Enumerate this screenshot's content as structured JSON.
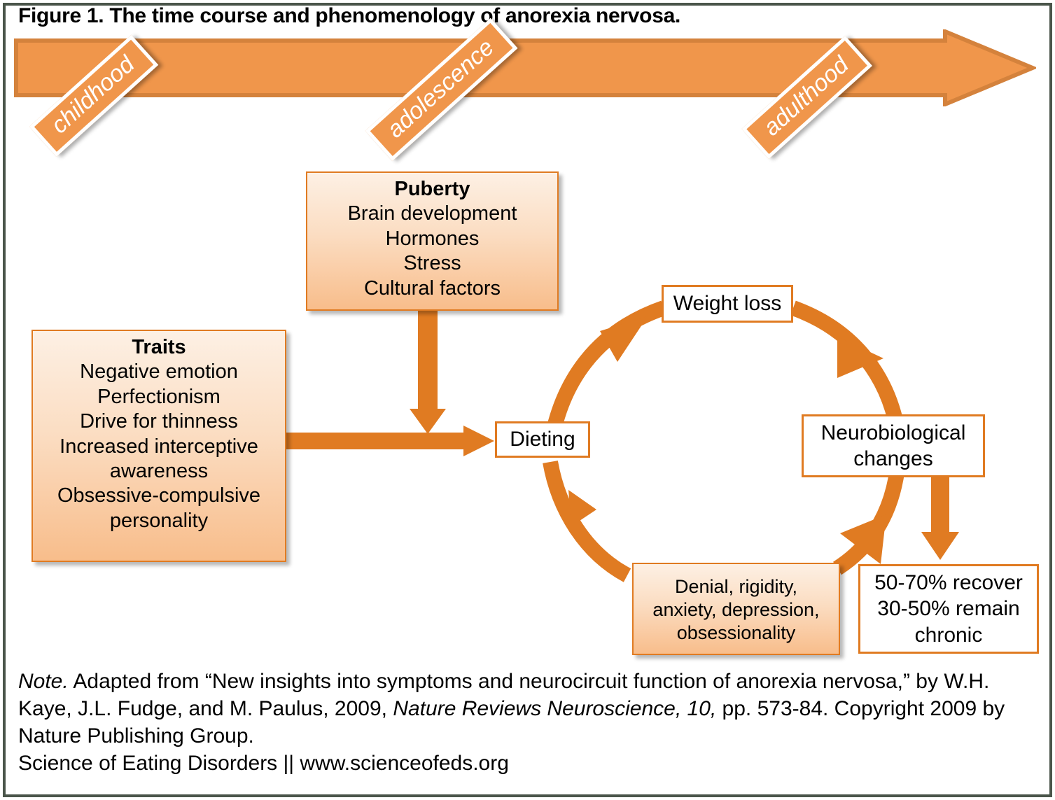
{
  "figure": {
    "title": "Figure 1. The time course and phenomenology of anorexia nervosa.",
    "accent_orange": "#e07b22",
    "bar_orange": "#f0964b",
    "frame_color": "#4a554a"
  },
  "timeline": {
    "eras": [
      {
        "label": "childhood"
      },
      {
        "label": "adolescence"
      },
      {
        "label": "adulthood"
      }
    ]
  },
  "boxes": {
    "puberty": {
      "header": "Puberty",
      "lines": [
        "Brain development",
        "Hormones",
        "Stress",
        "Cultural factors"
      ]
    },
    "traits": {
      "header": "Traits",
      "lines": [
        "Negative emotion",
        "Perfectionism",
        "Drive for thinness",
        "Increased interceptive",
        "awareness",
        "Obsessive-compulsive",
        "personality"
      ]
    },
    "dieting": {
      "label": "Dieting"
    },
    "weight_loss": {
      "label": "Weight loss"
    },
    "neurobiological": {
      "line1": "Neurobiological",
      "line2": "changes"
    },
    "denial": {
      "lines": [
        "Denial, rigidity,",
        "anxiety, depression,",
        "obsessionality"
      ]
    },
    "outcome": {
      "lines": [
        "50-70% recover",
        "30-50% remain",
        "chronic"
      ]
    }
  },
  "note": {
    "label": "Note.",
    "line1_a": " Adapted from “New insights into symptoms and neurocircuit function of anorexia nervosa,” by W.H.",
    "line2_a": "Kaye, J.L. Fudge, and M. Paulus, 2009, ",
    "line2_italic": "Nature Reviews Neuroscience, 10,",
    "line2_b": " pp. 573-84. Copyright 2009 by",
    "line3": "Nature Publishing Group.",
    "line4": "Science of Eating Disorders || www.scienceofeds.org"
  }
}
